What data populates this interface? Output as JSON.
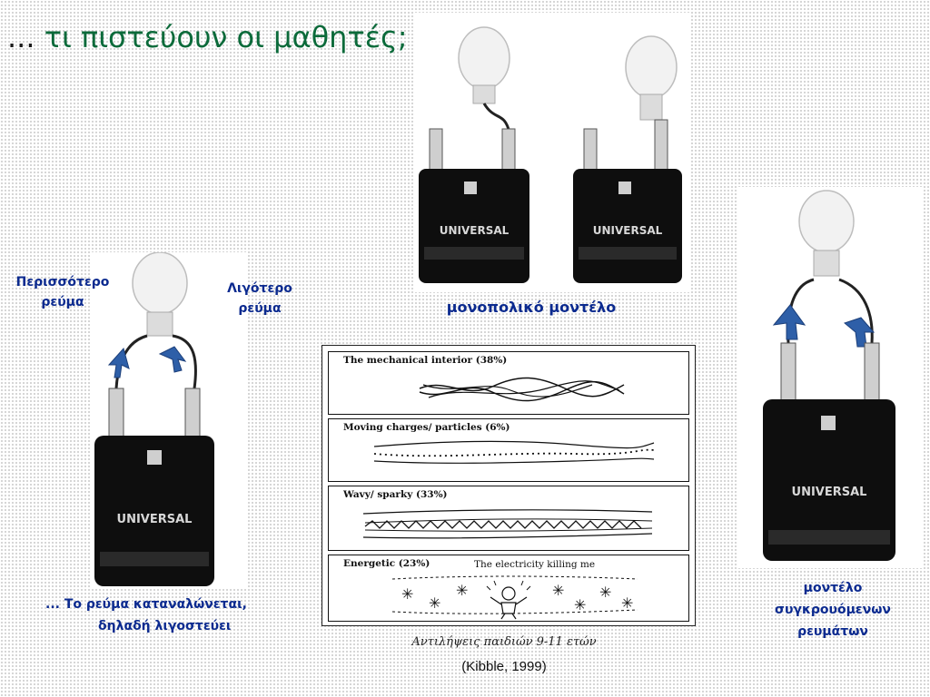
{
  "slide": {
    "title_dots": "...",
    "title_text": " τι πιστεύουν οι μαθητές;"
  },
  "left_diagram": {
    "label_more": "Περισσότερο ρεύμα",
    "label_less": "Λιγότερο ρεύμα",
    "battery_text": "UNIVERSAL",
    "caption_line1": "... Το ρεύμα καταναλώνεται,",
    "caption_line2": "δηλαδή λιγοστεύει"
  },
  "top_diagram": {
    "battery_text": "UNIVERSAL",
    "caption": "μονοπολικό μοντέλο"
  },
  "right_diagram": {
    "battery_text": "UNIVERSAL",
    "caption": "μοντέλο συγκρουόμενων ρευμάτων"
  },
  "conceptions_panel": {
    "boxes": [
      {
        "title": "The mechanical interior (38%)"
      },
      {
        "title": "Moving charges/ particles (6%)"
      },
      {
        "title": "Wavy/ sparky (33%)"
      },
      {
        "title": "Energetic (23%)",
        "note": "The electricity killing me"
      }
    ],
    "caption": "Αντιλήψεις παιδιών 9-11 ετών",
    "citation": "(Kibble, 1999)"
  },
  "colors": {
    "title": "#0b6a3a",
    "labels": "#0b2a8f",
    "arrows": "#2e5fa8"
  },
  "icons": [
    "light-bulb-icon",
    "battery-icon",
    "arrow-icon",
    "star-icon"
  ]
}
